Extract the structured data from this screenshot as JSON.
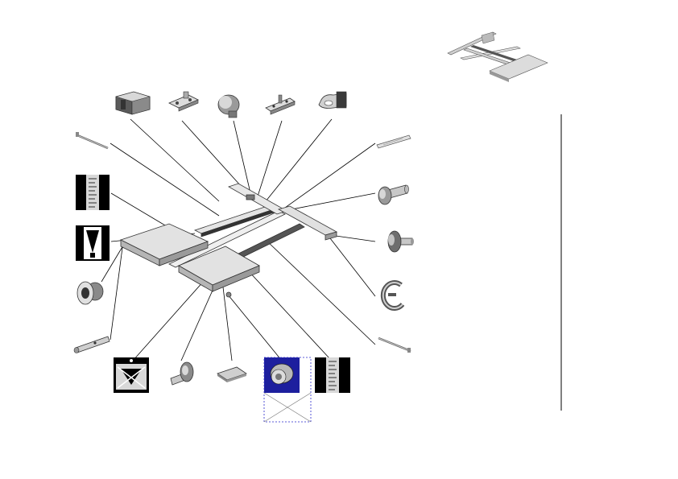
{
  "diagram": {
    "type": "exploded-assembly-parts-diagram",
    "colors": {
      "part_fill": "#d8d8d8",
      "part_dark": "#4a4a4a",
      "line": "#000000",
      "selection_fill": "#1d1f9e",
      "selection_border": "#2a2acc",
      "separator": "#000000",
      "background": "#ffffff"
    },
    "parts": [
      {
        "name": "block-cover"
      },
      {
        "name": "mounting-bracket"
      },
      {
        "name": "knob-cap"
      },
      {
        "name": "slotted-bracket"
      },
      {
        "name": "lever-clip"
      },
      {
        "name": "thin-rod-left"
      },
      {
        "name": "rail-strip-right"
      },
      {
        "name": "scale-label"
      },
      {
        "name": "pin-bolt"
      },
      {
        "name": "warning-label"
      },
      {
        "name": "flanged-screw"
      },
      {
        "name": "flange-bushing"
      },
      {
        "name": "e-ring-clip"
      },
      {
        "name": "shaft-pin"
      },
      {
        "name": "thin-rod-right"
      },
      {
        "name": "caution-label"
      },
      {
        "name": "shoulder-screw"
      },
      {
        "name": "pad-plate"
      },
      {
        "name": "bushing-selected",
        "selected": true
      },
      {
        "name": "scale-label-2"
      }
    ]
  }
}
